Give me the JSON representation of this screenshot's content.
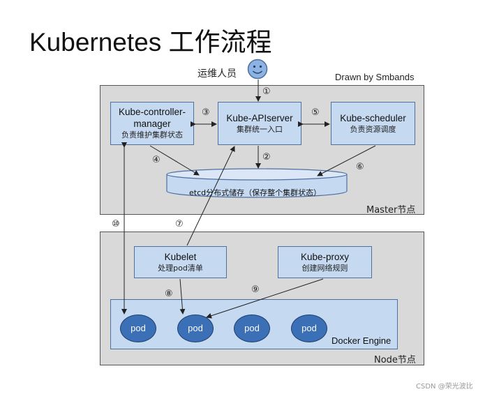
{
  "title": "Kubernetes 工作流程",
  "user_label": "运维人员",
  "drawn_by": "Drawn by Smbands",
  "master": {
    "label": "Master节点",
    "controller": {
      "title_line1": "Kube-controller-",
      "title_line2": "manager",
      "subtitle": "负责维护集群状态"
    },
    "apiserver": {
      "title": "Kube-APIserver",
      "subtitle": "集群统一入口"
    },
    "scheduler": {
      "title": "Kube-scheduler",
      "subtitle": "负责资源调度"
    },
    "etcd": "etcd分布式储存（保存整个集群状态）"
  },
  "node": {
    "label": "Node节点",
    "kubelet": {
      "title": "Kubelet",
      "subtitle": "处理pod清单"
    },
    "proxy": {
      "title": "Kube-proxy",
      "subtitle": "创建网络规则"
    },
    "docker": "Docker Engine",
    "pods": [
      "pod",
      "pod",
      "pod",
      "pod"
    ]
  },
  "steps": [
    "①",
    "②",
    "③",
    "④",
    "⑤",
    "⑥",
    "⑦",
    "⑧",
    "⑨",
    "⑩"
  ],
  "watermark": "CSDN @荣光波比",
  "colors": {
    "region": "#d9d9d9",
    "box": "#c5d9f1",
    "pod": "#3b6fb6",
    "face": "#8db3e2"
  }
}
